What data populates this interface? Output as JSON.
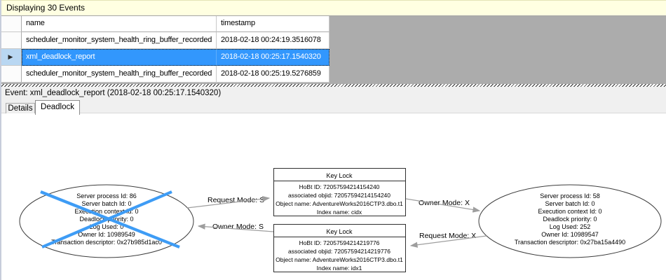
{
  "header": {
    "title": "Displaying 30 Events"
  },
  "table": {
    "columns": {
      "name": "name",
      "timestamp": "timestamp"
    },
    "selected_row_marker": "▶",
    "rows": [
      {
        "name": "scheduler_monitor_system_health_ring_buffer_recorded",
        "timestamp": "2018-02-18 00:24:19.3516078"
      },
      {
        "name": "xml_deadlock_report",
        "timestamp": "2018-02-18 00:25:17.1540320"
      },
      {
        "name": "scheduler_monitor_system_health_ring_buffer_recorded",
        "timestamp": "2018-02-18 00:25:19.5276859"
      }
    ]
  },
  "event_line": "Event: xml_deadlock_report (2018-02-18 00:25:17.1540320)",
  "tabs": [
    {
      "label": "Details",
      "active": false
    },
    {
      "label": "Deadlock",
      "active": true
    }
  ],
  "graph": {
    "left_process": {
      "victim": true,
      "lines": [
        "Server process Id: 86",
        "Server batch Id: 0",
        "Execution context Id: 0",
        "Deadlock priority: 0",
        "Log Used: 0",
        "Owner Id: 10989549",
        "Transaction descriptor: 0x27b985d1ac0"
      ]
    },
    "right_process": {
      "victim": false,
      "lines": [
        "Server process Id: 58",
        "Server batch Id: 0",
        "Execution context Id: 0",
        "Deadlock priority: 0",
        "Log Used: 252",
        "Owner Id: 10989547",
        "Transaction descriptor: 0x27ba15a4490"
      ]
    },
    "top_resource": {
      "title": "Key Lock",
      "lines": [
        "HoBt ID: 72057594214154240",
        "associated objid: 72057594214154240",
        "Object name: AdventureWorks2016CTP3.dbo.t1",
        "Index name: cidx"
      ]
    },
    "bottom_resource": {
      "title": "Key Lock",
      "lines": [
        "HoBt ID: 72057594214219776",
        "associated objid: 72057594214219776",
        "Object name: AdventureWorks2016CTP3.dbo.t1",
        "Index name: idx1"
      ]
    },
    "edges": {
      "request_s": "Request Mode: S",
      "owner_s": "Owner Mode: S",
      "owner_x": "Owner Mode: X",
      "request_x": "Request Mode: X"
    }
  },
  "colors": {
    "selection_blue": "#3297FD",
    "victim_cross_blue": "#3E9CF5",
    "info_bar_yellow": "#FFFFE1",
    "empty_grid_gray": "#ACACAC",
    "edge_gray": "#9E9E9E"
  }
}
